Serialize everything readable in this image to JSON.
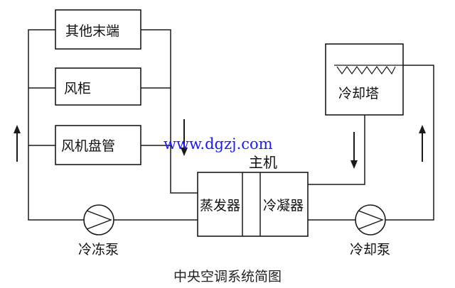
{
  "labels": {
    "terminal_other": "其他末端",
    "terminal_cabinet": "风柜",
    "terminal_fancoil": "风机盘管",
    "main_unit": "主机",
    "evaporator": "蒸发器",
    "condenser": "冷凝器",
    "cooling_tower": "冷却塔",
    "chilled_pump": "冷冻泵",
    "cooling_pump": "冷却泵"
  },
  "watermark": "www.dgzj.com",
  "caption": "中央空调系统简图"
}
